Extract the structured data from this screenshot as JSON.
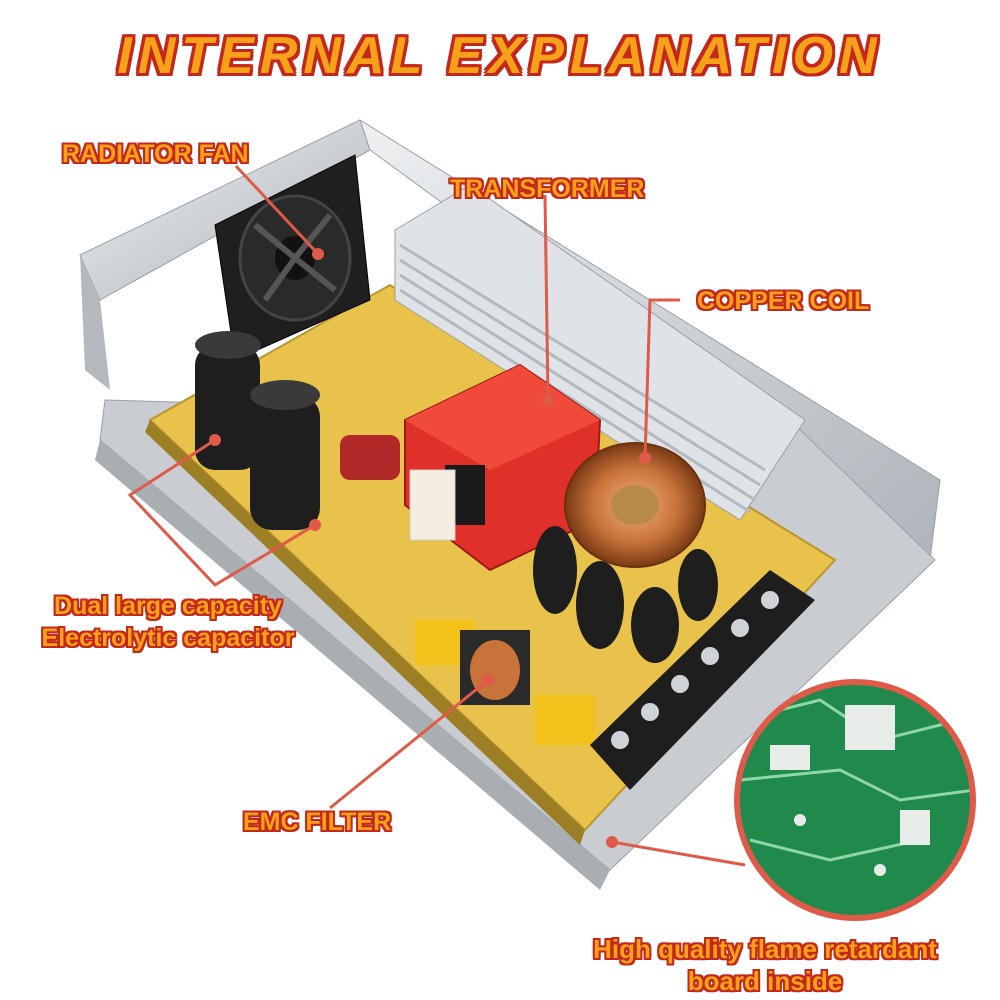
{
  "title": "INTERNAL EXPLANATION",
  "labels": {
    "radiator_fan": "RADIATOR FAN",
    "transformer": "TRANSFORMER",
    "copper_coil": "COPPER COIL",
    "capacitor_line1": "Dual large capacity",
    "capacitor_line2": "Electrolytic capacitor",
    "emc_filter": "EMC FILTER",
    "board_line1": "High quality flame retardant",
    "board_line2": "board inside"
  },
  "colors": {
    "label_fill": "#f6a11a",
    "label_outline": "#c4281c",
    "callout_line": "#e05a4a",
    "pcb_yellow": "#e8c24a",
    "pcb_green": "#1f8a4c",
    "transformer_red": "#e0302a",
    "coil_copper": "#c8733a",
    "heatsink": "#d8dde2",
    "chassis": "#c9cdd1",
    "capacitor_black": "#1e1e1e"
  },
  "icons": [
    "fan-icon",
    "transformer-icon",
    "copper-coil-icon",
    "capacitor-icon",
    "emc-filter-icon",
    "terminal-block-icon"
  ]
}
